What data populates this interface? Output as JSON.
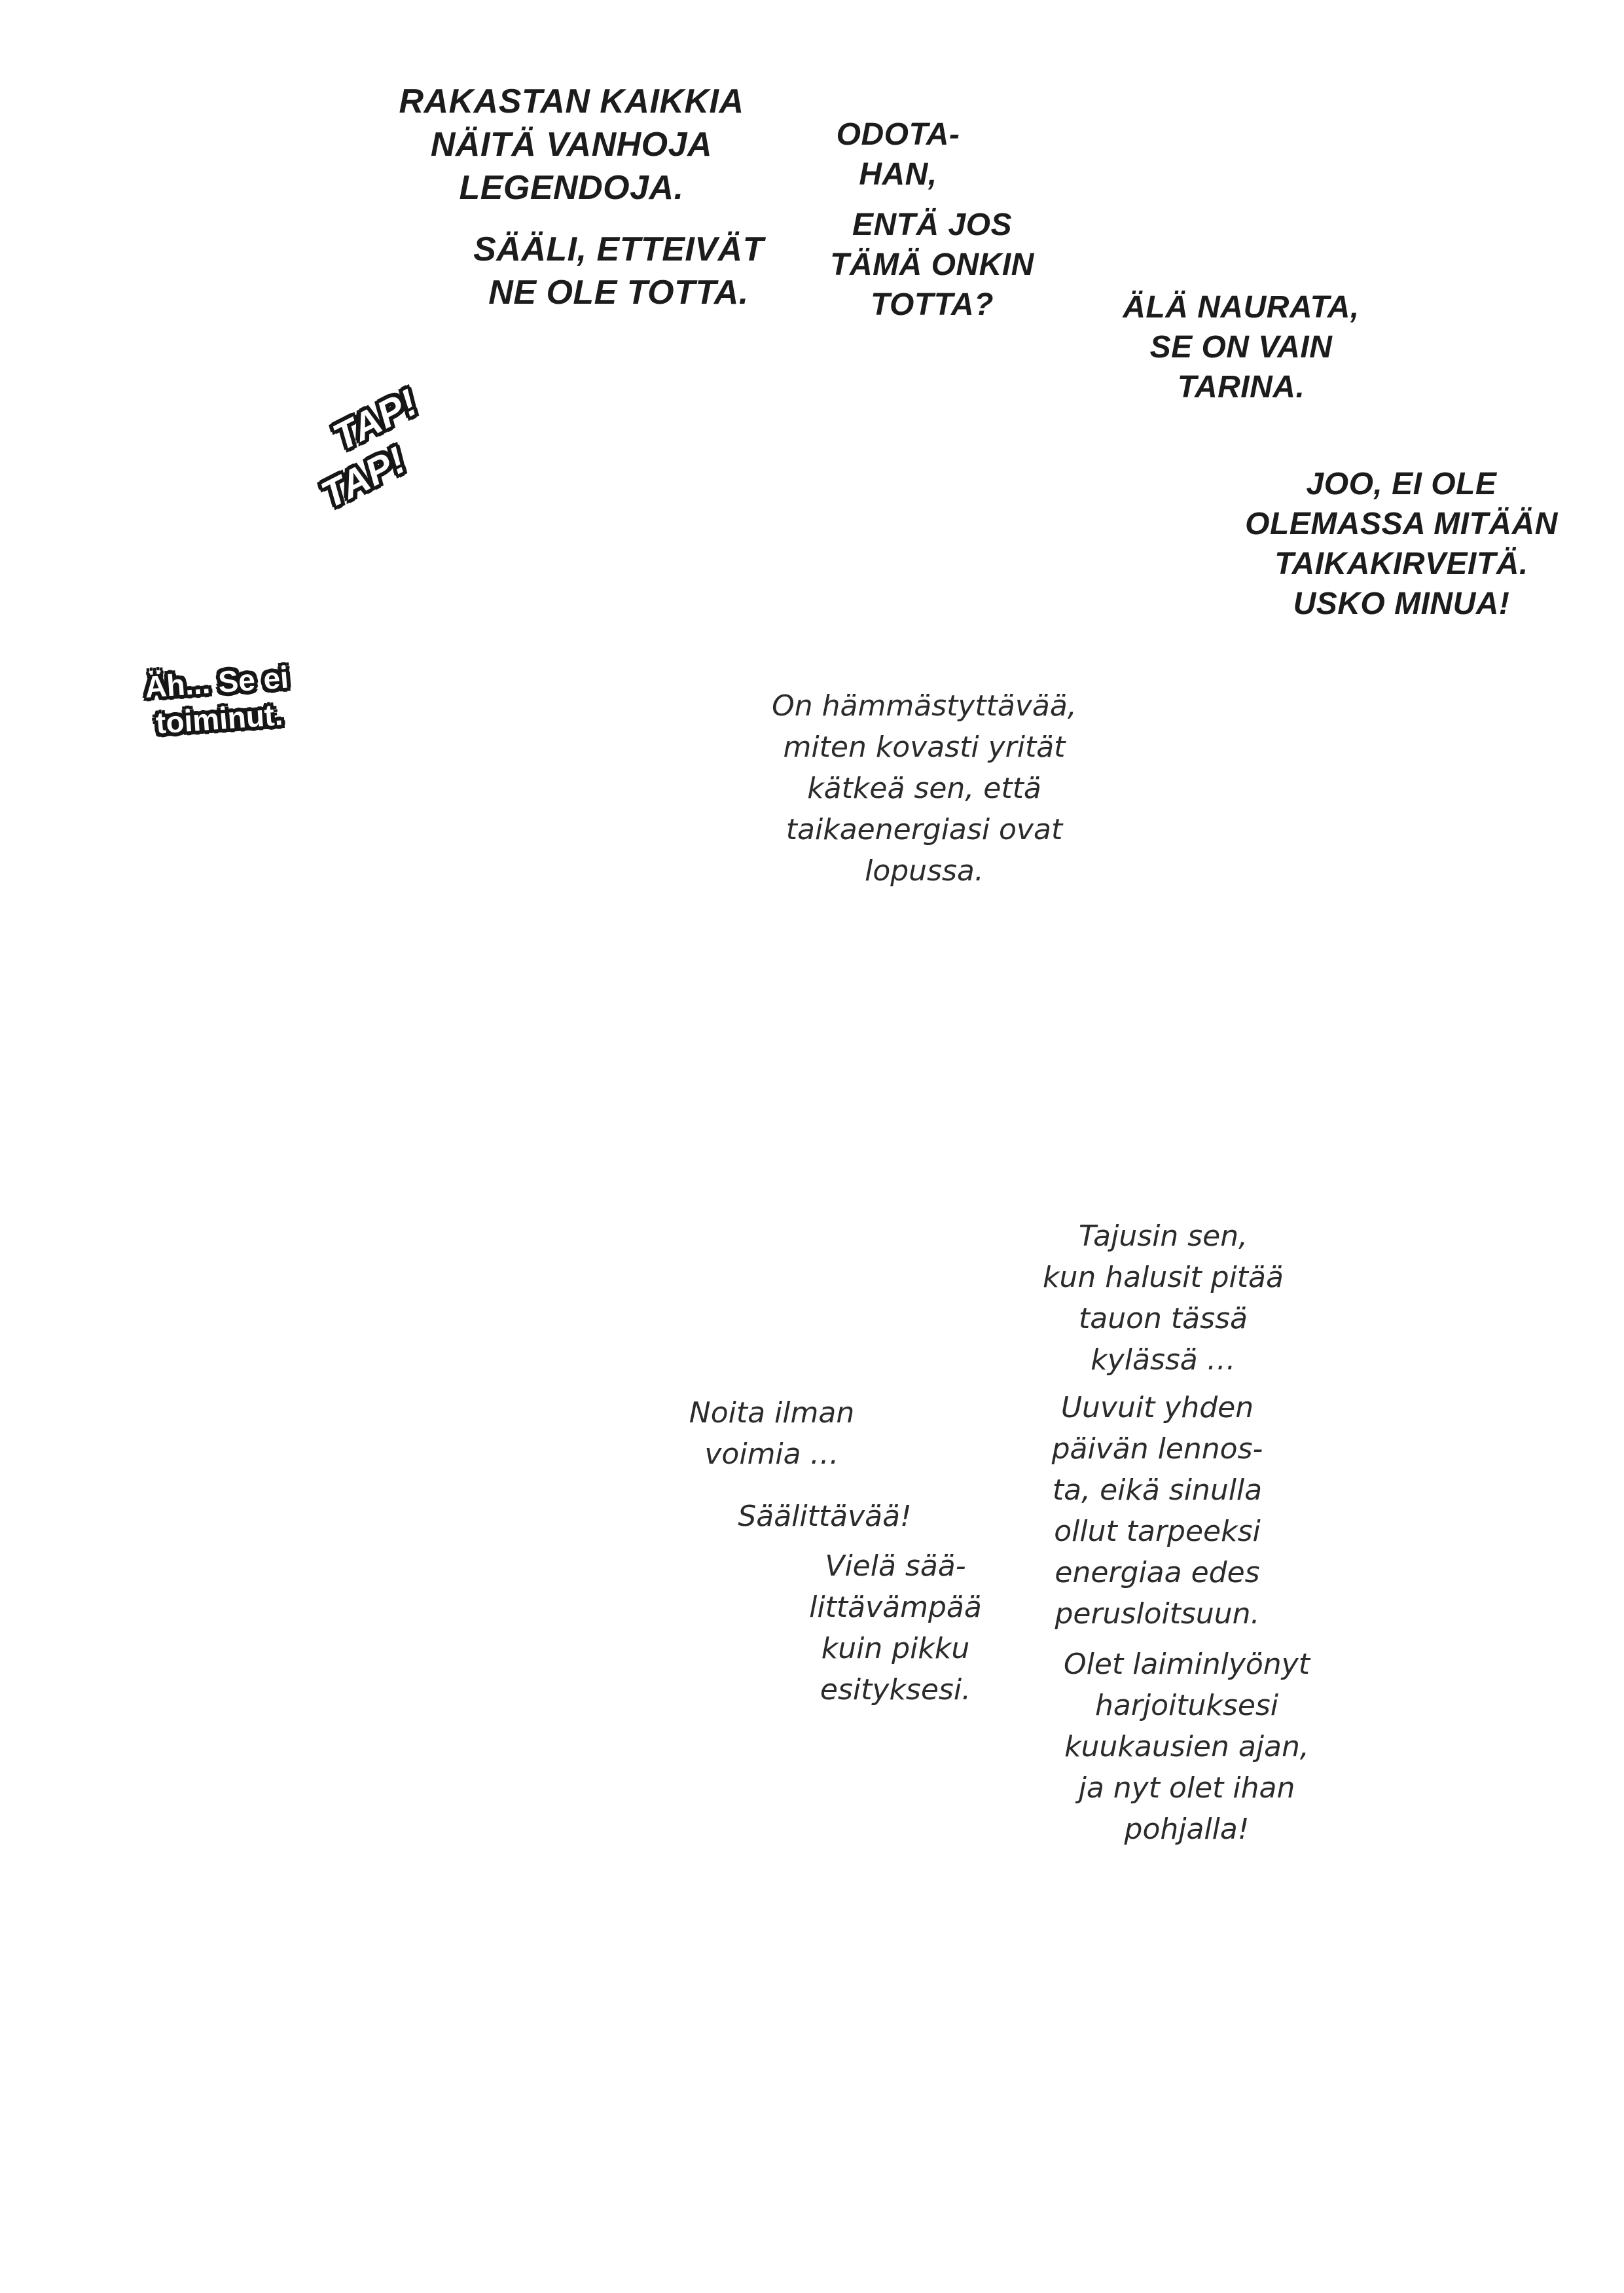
{
  "comic": {
    "legends": [
      "RAKASTAN KAIKKIA",
      "NÄITÄ VANHOJA",
      "LEGENDOJA."
    ],
    "pity": [
      "SÄÄLI, ETTEIVÄT",
      "NE OLE TOTTA."
    ],
    "wait": [
      "ODOTA-",
      "HAN,"
    ],
    "what_if": [
      "ENTÄ JOS",
      "TÄMÄ ONKIN",
      "TOTTA?"
    ],
    "dont_laugh": [
      "ÄLÄ NAURATA,",
      "SE ON VAIN",
      "TARINA."
    ],
    "tap1": "TAP!",
    "tap2": "TAP!",
    "no_axes": [
      "JOO, EI OLE",
      "OLEMASSA MITÄÄN",
      "TAIKAKIRVEITÄ.",
      "USKO MINUA!"
    ],
    "didnt_work": [
      "Äh... Se ei",
      "toiminut."
    ],
    "amazing": [
      "On hämmästyttävää,",
      "miten kovasti yrität",
      "kätkeä sen, että",
      "taikaenergiasi ovat",
      "lopussa."
    ],
    "realized": [
      "Tajusin sen,",
      "kun halusit pitää",
      "tauon tässä",
      "kylässä …"
    ],
    "witch": [
      "Noita ilman",
      "voimia …"
    ],
    "pathetic": "Säälittävää!",
    "more_pathetic": [
      "Vielä sää-",
      "littävämpää",
      "kuin pikku",
      "esityksesi."
    ],
    "exhausted": [
      "Uuvuit yhden",
      "päivän lennos-",
      "ta, eikä sinulla",
      "ollut tarpeeksi",
      "energiaa edes",
      "perusloitsuun."
    ],
    "neglected": [
      "Olet laiminlyönyt",
      "harjoituksesi",
      "kuukausien ajan,",
      "ja nyt olet ihan",
      "pohjalla!"
    ]
  }
}
